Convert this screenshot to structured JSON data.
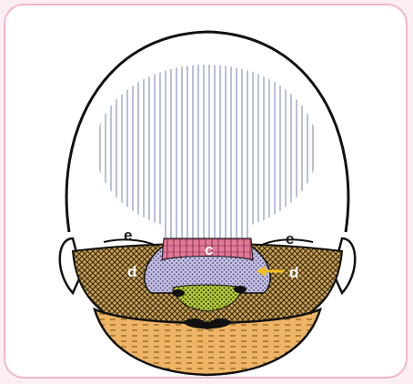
{
  "colors": {
    "frame_border": "#f2b6c9",
    "page_background": "#fbeff3",
    "region_c": "#e07b98",
    "region_central": "#b9b2dd",
    "region_green": "#b5c93a",
    "region_d": "#c9a255",
    "region_chin": "#efb566",
    "cranium_hatch": "#9aa7c7"
  },
  "labels": {
    "c": "c",
    "d_left": "d",
    "d_right": "d",
    "e_left": "e",
    "e_right": "e"
  }
}
